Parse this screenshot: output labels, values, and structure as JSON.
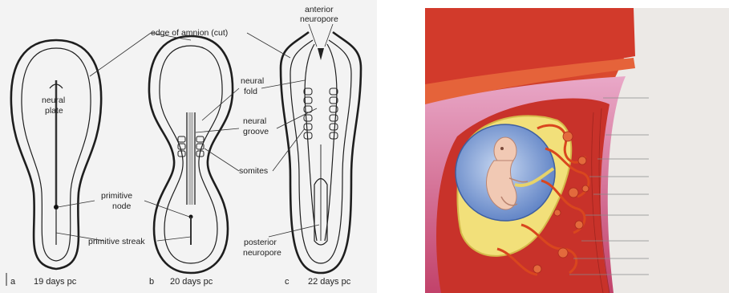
{
  "embryo_diagram": {
    "labels": {
      "edge_of_amnion": "edge of amnion (cut)",
      "anterior": "anterior",
      "neuropore_top": "neuropore",
      "neural_plate_1": "neural",
      "neural_plate_2": "plate",
      "neural_fold_1": "neural",
      "neural_fold_2": "fold",
      "neural_groove_1": "neural",
      "neural_groove_2": "groove",
      "somites": "somites",
      "primitive_node_1": "primitive",
      "primitive_node_2": "node",
      "primitive_streak": "primitive streak",
      "posterior": "posterior",
      "neuropore_bottom": "neuropore"
    },
    "captions": [
      {
        "letter": "a",
        "text": "19 days pc"
      },
      {
        "letter": "b",
        "text": "20 days pc"
      },
      {
        "letter": "c",
        "text": "22 days pc"
      }
    ]
  },
  "colors": {
    "uterine_wall": "#c8322a",
    "wall_light": "#e0643c",
    "amniotic_fluid": "#7fa3d6",
    "yolk_region": "#f2e07a",
    "placenta_vessels": "#d9461e",
    "embryo": "#f1c9b4"
  }
}
